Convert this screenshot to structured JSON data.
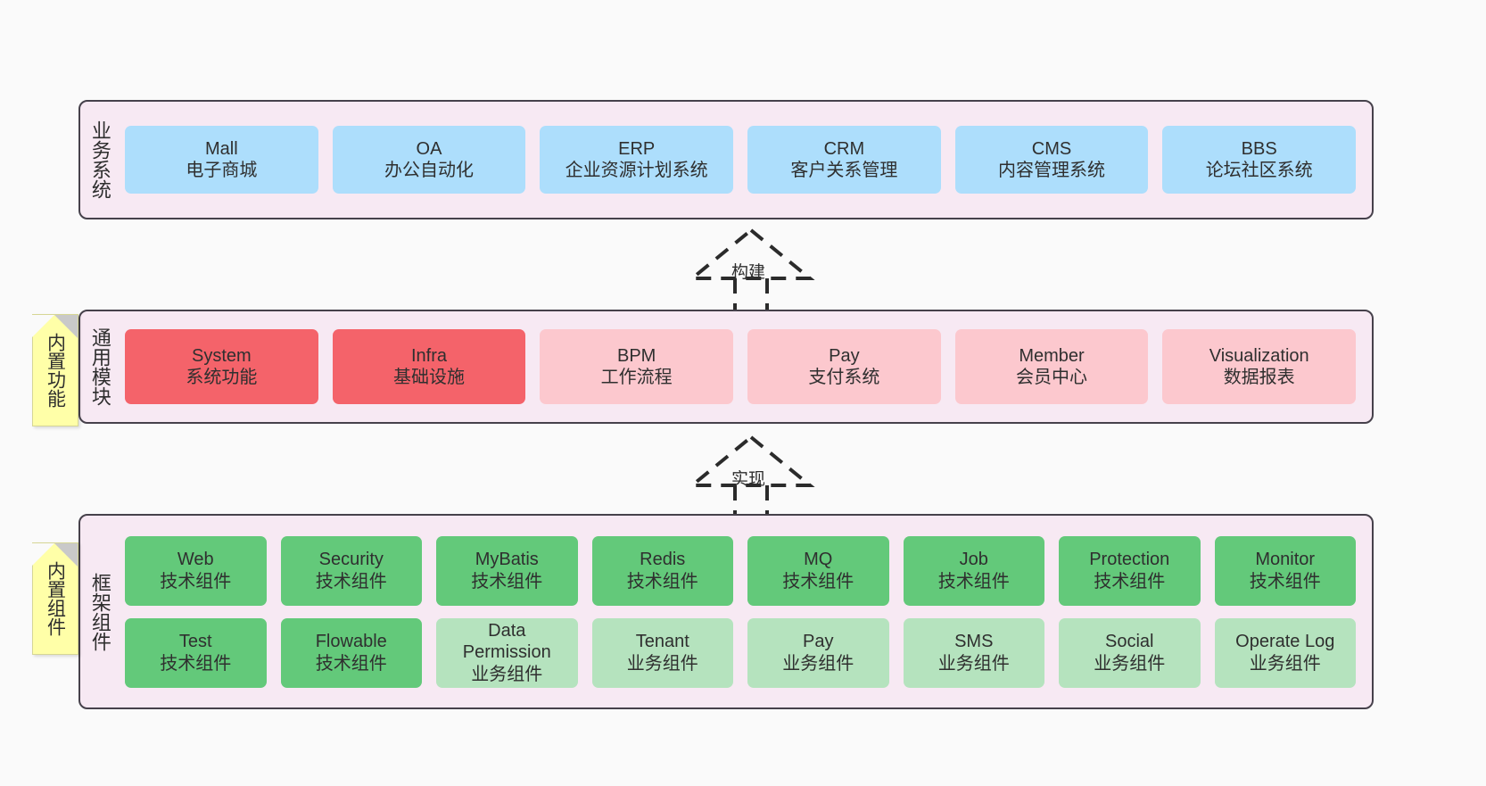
{
  "page": {
    "background": "#fafafa",
    "container_fill": "#f7e9f3",
    "container_border": "#46414b"
  },
  "layers": [
    {
      "id": "business",
      "label": "业务系统",
      "rows": [
        {
          "nodes": [
            {
              "title": "Mall",
              "subtitle": "电子商城",
              "color": "#addefc",
              "style": "blue"
            },
            {
              "title": "OA",
              "subtitle": "办公自动化",
              "color": "#addefc",
              "style": "blue"
            },
            {
              "title": "ERP",
              "subtitle": "企业资源计划系统",
              "color": "#addefc",
              "style": "blue"
            },
            {
              "title": "CRM",
              "subtitle": "客户关系管理",
              "color": "#addefc",
              "style": "blue"
            },
            {
              "title": "CMS",
              "subtitle": "内容管理系统",
              "color": "#addefc",
              "style": "blue"
            },
            {
              "title": "BBS",
              "subtitle": "论坛社区系统",
              "color": "#addefc",
              "style": "blue"
            }
          ]
        }
      ]
    },
    {
      "id": "modules",
      "label": "通用模块",
      "rows": [
        {
          "nodes": [
            {
              "title": "System",
              "subtitle": "系统功能",
              "color": "#f4636a",
              "style": "red"
            },
            {
              "title": "Infra",
              "subtitle": "基础设施",
              "color": "#f4636a",
              "style": "red"
            },
            {
              "title": "BPM",
              "subtitle": "工作流程",
              "color": "#fcc8ce",
              "style": "pink"
            },
            {
              "title": "Pay",
              "subtitle": "支付系统",
              "color": "#fcc8ce",
              "style": "pink"
            },
            {
              "title": "Member",
              "subtitle": "会员中心",
              "color": "#fcc8ce",
              "style": "pink"
            },
            {
              "title": "Visualization",
              "subtitle": "数据报表",
              "color": "#fcc8ce",
              "style": "pink"
            }
          ]
        }
      ]
    },
    {
      "id": "framework",
      "label": "框架组件",
      "rows": [
        {
          "nodes": [
            {
              "title": "Web",
              "subtitle": "技术组件",
              "color": "#63c97a",
              "style": "green"
            },
            {
              "title": "Security",
              "subtitle": "技术组件",
              "color": "#63c97a",
              "style": "green"
            },
            {
              "title": "MyBatis",
              "subtitle": "技术组件",
              "color": "#63c97a",
              "style": "green"
            },
            {
              "title": "Redis",
              "subtitle": "技术组件",
              "color": "#63c97a",
              "style": "green"
            },
            {
              "title": "MQ",
              "subtitle": "技术组件",
              "color": "#63c97a",
              "style": "green"
            },
            {
              "title": "Job",
              "subtitle": "技术组件",
              "color": "#63c97a",
              "style": "green"
            },
            {
              "title": "Protection",
              "subtitle": "技术组件",
              "color": "#63c97a",
              "style": "green"
            },
            {
              "title": "Monitor",
              "subtitle": "技术组件",
              "color": "#63c97a",
              "style": "green"
            }
          ]
        },
        {
          "nodes": [
            {
              "title": "Test",
              "subtitle": "技术组件",
              "color": "#63c97a",
              "style": "green"
            },
            {
              "title": "Flowable",
              "subtitle": "技术组件",
              "color": "#63c97a",
              "style": "green"
            },
            {
              "title": "Data Permission",
              "subtitle": "业务组件",
              "color": "#b5e3be",
              "style": "lightgreen"
            },
            {
              "title": "Tenant",
              "subtitle": "业务组件",
              "color": "#b5e3be",
              "style": "lightgreen"
            },
            {
              "title": "Pay",
              "subtitle": "业务组件",
              "color": "#b5e3be",
              "style": "lightgreen"
            },
            {
              "title": "SMS",
              "subtitle": "业务组件",
              "color": "#b5e3be",
              "style": "lightgreen"
            },
            {
              "title": "Social",
              "subtitle": "业务组件",
              "color": "#b5e3be",
              "style": "lightgreen"
            },
            {
              "title": "Operate Log",
              "subtitle": "业务组件",
              "color": "#b5e3be",
              "style": "lightgreen"
            }
          ]
        }
      ]
    }
  ],
  "sticky_notes": [
    {
      "id": "builtin-function",
      "label": "内置功能",
      "color": "#ffffa8"
    },
    {
      "id": "builtin-component",
      "label": "内置组件",
      "color": "#ffffa8"
    }
  ],
  "arrows": [
    {
      "id": "build",
      "label": "构建",
      "style": "dashed-generalization",
      "direction": "up"
    },
    {
      "id": "realize",
      "label": "实现",
      "style": "dashed-generalization",
      "direction": "up"
    }
  ]
}
